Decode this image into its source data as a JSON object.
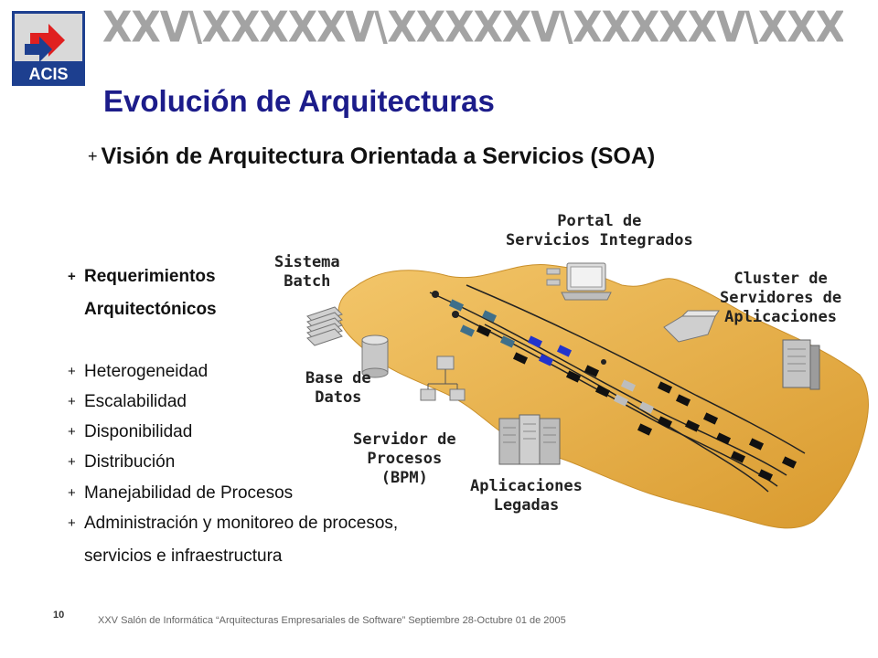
{
  "header": {
    "logo_text": "ACIS",
    "banner_text": "XXV\\XXXXXV\\XXXXXV\\XXXXXV\\XXXXXV\\XXXXXV\\XXXXXV"
  },
  "slide": {
    "title": "Evolución de Arquitecturas",
    "subtitle": "Visión de Arquitectura Orientada a Servicios (SOA)",
    "bullet_marker": "+",
    "bullets": [
      {
        "line1": "Requerimientos",
        "line2": "Arquitectónicos"
      },
      {
        "text": "Heterogeneidad"
      },
      {
        "text": "Escalabilidad"
      },
      {
        "text": "Disponibilidad"
      },
      {
        "text": "Distribución"
      },
      {
        "text": "Manejabilidad  de Procesos"
      },
      {
        "line1": "Administración y monitoreo de procesos,",
        "line2": "servicios e infraestructura"
      }
    ]
  },
  "diagram": {
    "labels": {
      "portal": {
        "line1": "Portal de",
        "line2": "Servicios Integrados"
      },
      "batch": {
        "line1": "Sistema",
        "line2": "Batch"
      },
      "cluster": {
        "line1": "Cluster de",
        "line2": "Servidores de",
        "line3": "Aplicaciones"
      },
      "database": {
        "line1": "Base de",
        "line2": "Datos"
      },
      "bpm": {
        "line1": "Servidor de",
        "line2": "Procesos",
        "line3": "(BPM)"
      },
      "legacy": {
        "line1": "Aplicaciones",
        "line2": "Legadas"
      }
    },
    "colors": {
      "platform": "#e8b04a",
      "bus_node_dark": "#111111",
      "bus_node_blue": "#2233cc",
      "bus_node_teal": "#3f6f8a",
      "bus_node_gray": "#bdbdbd"
    }
  },
  "footer": {
    "page_number": "10",
    "text": "XXV  Salón de Informática “Arquitecturas Empresariales de Software” Septiembre 28-Octubre 01 de 2005"
  }
}
